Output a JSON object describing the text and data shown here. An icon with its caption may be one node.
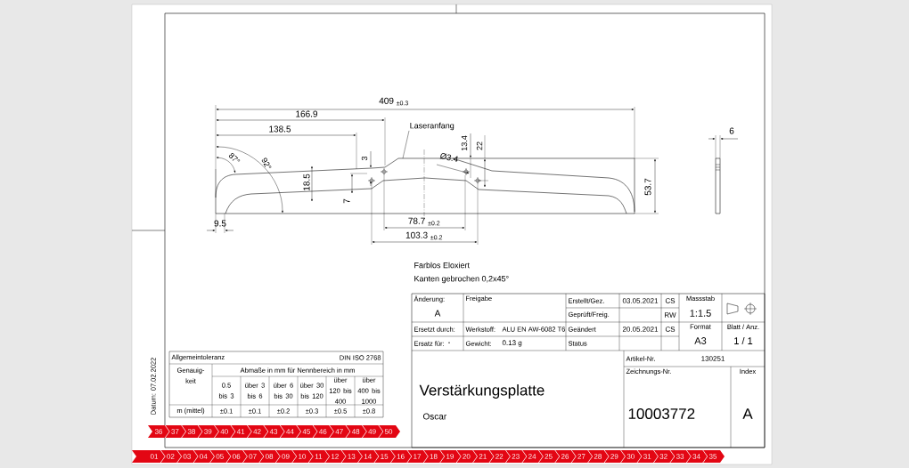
{
  "diagram": {
    "nodes": [
      {
        "text": [
          "Laseranfang"
        ]
      },
      {
        "text": [],
        "shape": "picture"
      }
    ],
    "edges": [
      {
        "from": 0,
        "to": 1,
        "arrow": "none"
      }
    ],
    "labels": [
      "409 $_{±0.3}$",
      "166.9",
      "138.5",
      "3",
      "13.4",
      "22",
      "Ø3.4",
      "18.5",
      "7",
      "87°",
      "92°",
      "53.7",
      "6",
      "9.5",
      "78.7 $_{±0.2}$",
      "103.3 $_{±0.2}$",
      "Farblos Eloxiert",
      "Kanten gebrochen 0,2x45°",
      "Änderung:",
      "Freigabe",
      "Erstellt/Gez.",
      "03.05.2021",
      "CS",
      "Massstab",
      "A",
      "Geprüft/Freig.",
      "RW",
      "1:1.5",
      "Ersetzt durch:",
      "Werkstoff:",
      "ALU EN AW-6082 T6",
      "Geändert",
      "20.05.2021",
      "CS",
      "Format",
      "Blatt / Anz.",
      "Ersatz für:",
      "-",
      "Gewicht:",
      "0.13 g",
      "Status",
      "A3",
      "1 / 1",
      "Artikel-Nr.",
      "130251",
      "Verstärkungsplatte",
      "Oscar",
      "Zeichnungs-Nr.",
      "Index",
      "10003772",
      "A",
      "Allgemeintoleranz",
      "DIN ISO 2768",
      "Genauig- keit",
      "Abmaße in mm für Nennbereich in mm",
      "0.5 bis 3",
      "über 3 bis 6",
      "über 6 bis 30",
      "über 30 bis 120",
      "über 120 bis 400",
      "über 400 bis 1000",
      "m (mittel)",
      "±0.1",
      "±0.1",
      "±0.2",
      "±0.3",
      "±0.5",
      "±0.8",
      "Datum: 07.02.2022",
      "36",
      "37",
      "38",
      "39",
      "40",
      "41",
      "42",
      "43",
      "44",
      "45",
      "46",
      "47",
      "48",
      "49",
      "50",
      "01",
      "02",
      "03",
      "04",
      "05",
      "06",
      "07",
      "08",
      "09",
      "10",
      "11",
      "12",
      "13",
      "14",
      "15",
      "16",
      "17",
      "18",
      "19",
      "20",
      "21",
      "22",
      "23",
      "24",
      "25",
      "26",
      "27",
      "28",
      "29",
      "30",
      "31",
      "32",
      "33",
      "34",
      "35"
    ]
  }
}
